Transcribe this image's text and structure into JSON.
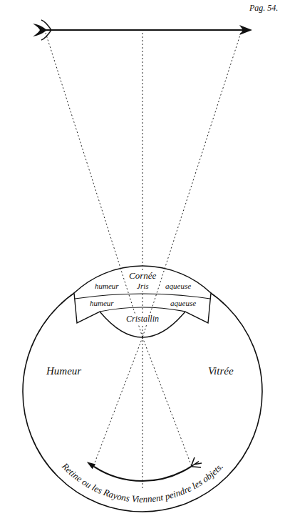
{
  "diagram": {
    "labels": [
      "Pag. 54.",
      "Cornée",
      "humeur",
      "Jris",
      "aqueuse",
      "humeur",
      "aqueuse",
      "Cristallin",
      "Humeur",
      "Vitrée",
      "Retine ou les Rayons Viennent peindre les objets."
    ]
  }
}
